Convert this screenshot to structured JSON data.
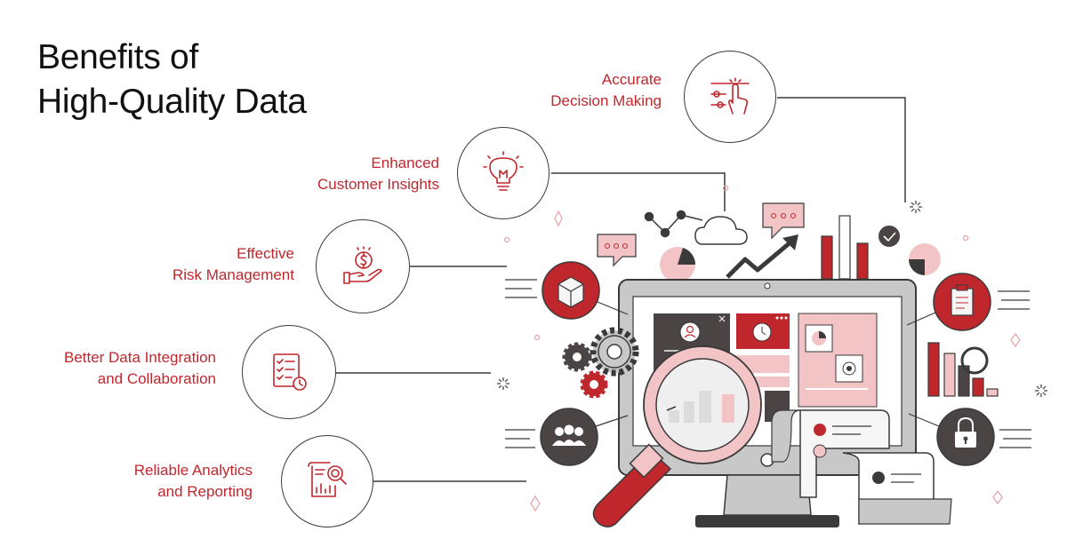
{
  "title": {
    "line1": "Benefits of",
    "line2": "High-Quality Data"
  },
  "benefits": [
    {
      "line1": "Accurate",
      "line2": "Decision Making",
      "icon": "hand-tapping-sliders-icon"
    },
    {
      "line1": "Enhanced",
      "line2": "Customer Insights",
      "icon": "lightbulb-icon"
    },
    {
      "line1": "Effective",
      "line2": "Risk Management",
      "icon": "hand-holding-coin-icon"
    },
    {
      "line1": "Better Data Integration",
      "line2": "and Collaboration",
      "icon": "checklist-clock-icon"
    },
    {
      "line1": "Reliable Analytics",
      "line2": "and Reporting",
      "icon": "report-magnifier-icon"
    }
  ],
  "colors": {
    "accent": "#c0272d",
    "pink": "#f2c4c6",
    "dark": "#4a4444",
    "gray": "#c8c8c8",
    "line": "#3a3a3a"
  }
}
